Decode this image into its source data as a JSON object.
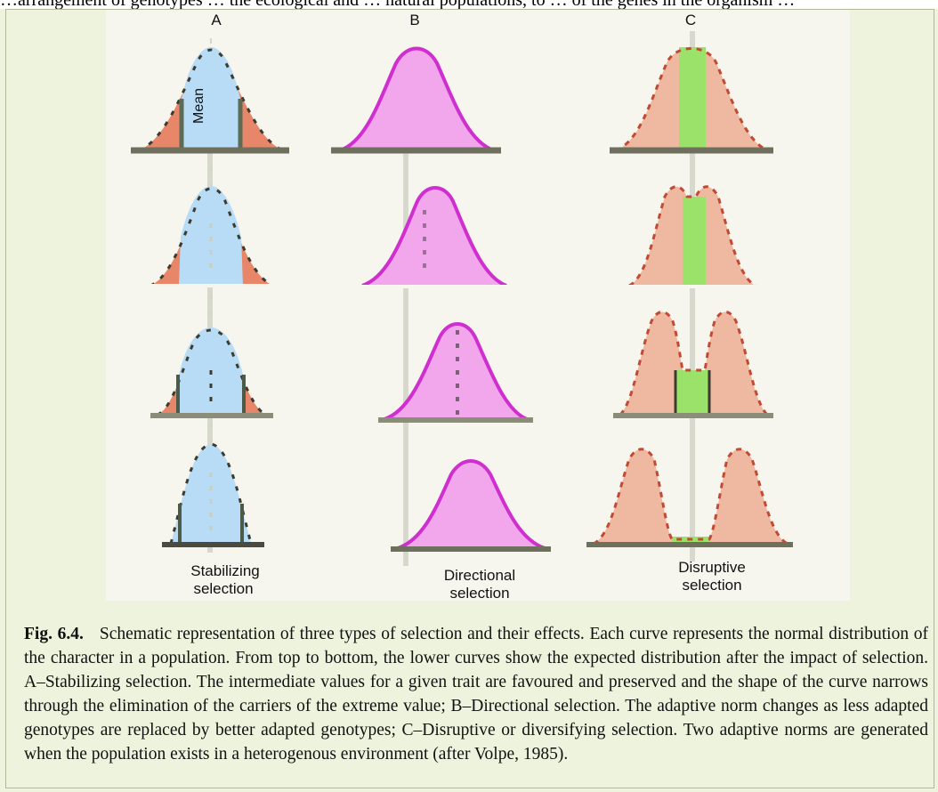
{
  "top_text": "…arrangement of genotypes … the ecological and … natural populations, to … of the genes in the organism …",
  "panels": [
    {
      "letter": "A",
      "label_lines": [
        "Stabilizing",
        "selection"
      ],
      "mean_label": "Mean"
    },
    {
      "letter": "B",
      "label_lines": [
        "Directional",
        "selection"
      ]
    },
    {
      "letter": "C",
      "label_lines": [
        "Disruptive",
        "selection"
      ]
    }
  ],
  "caption": {
    "label": "Fig. 6.4.",
    "text": "Schematic representation of three types of selection and their effects. Each curve represents the normal distribution of the character in a population. From top to bottom, the lower curves show the expected distribution after the impact of selection. A–Stabilizing selection. The intermediate values for a given trait are favoured and preserved and the shape of the curve narrows through the elimination of the carriers of the extreme value; B–Directional selection. The adaptive norm changes as less adapted genotypes are replaced by better adapted genotypes; C–Disruptive or diversifying selection. Two adaptive norms are generated when the population exists in a heterogenous environment (after Volpe, 1985)."
  },
  "colors": {
    "panel_bg": "#eef3dd",
    "figure_bg": "#f6f6ef",
    "stabilizing_center": "#b9dcf6",
    "stabilizing_tails": "#e8866a",
    "directional_fill": "#f2a6ec",
    "directional_edge": "#d02fd0",
    "disruptive_center": "#9be26a",
    "disruptive_peaks": "#efb8a0",
    "disruptive_edge": "#c24a35",
    "baseline": "#6f6f5e"
  }
}
